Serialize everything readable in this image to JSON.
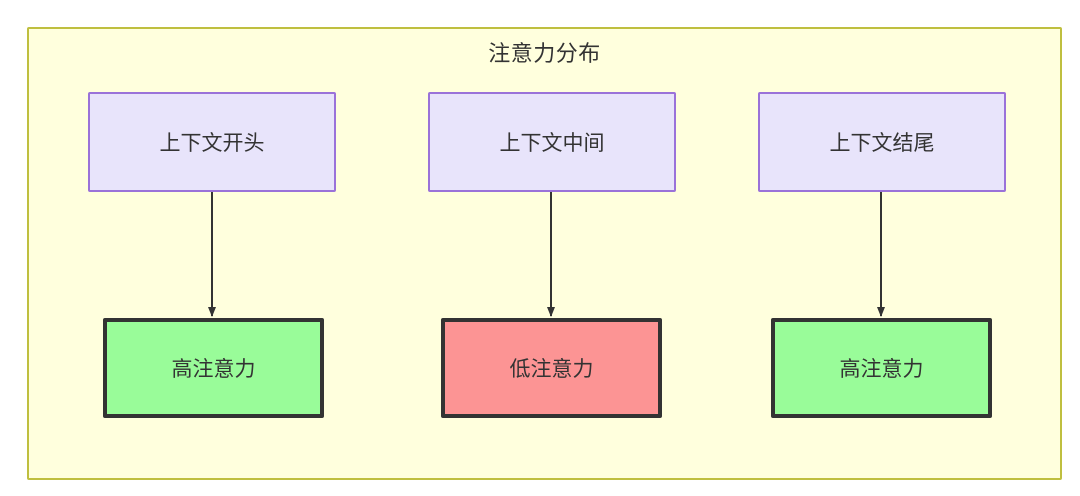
{
  "diagram": {
    "title": "注意力分布",
    "container": {
      "fill": "#ffffdd",
      "stroke": "#bfbf3f"
    },
    "nodes": {
      "top": [
        {
          "id": "context-start",
          "label": "上下文开头",
          "fill": "#e8e4fb",
          "stroke": "#9a72d9"
        },
        {
          "id": "context-middle",
          "label": "上下文中间",
          "fill": "#e8e4fb",
          "stroke": "#9a72d9"
        },
        {
          "id": "context-end",
          "label": "上下文结尾",
          "fill": "#e8e4fb",
          "stroke": "#9a72d9"
        }
      ],
      "bottom": [
        {
          "id": "high-attention-start",
          "label": "高注意力",
          "fill": "#99fc99",
          "stroke": "#333333"
        },
        {
          "id": "low-attention-middle",
          "label": "低注意力",
          "fill": "#fc9494",
          "stroke": "#333333"
        },
        {
          "id": "high-attention-end",
          "label": "高注意力",
          "fill": "#99fc99",
          "stroke": "#333333"
        }
      ]
    },
    "edges": [
      {
        "from": "context-start",
        "to": "high-attention-start",
        "arrow": "down-arrow"
      },
      {
        "from": "context-middle",
        "to": "low-attention-middle",
        "arrow": "down-arrow"
      },
      {
        "from": "context-end",
        "to": "high-attention-end",
        "arrow": "down-arrow"
      }
    ]
  }
}
